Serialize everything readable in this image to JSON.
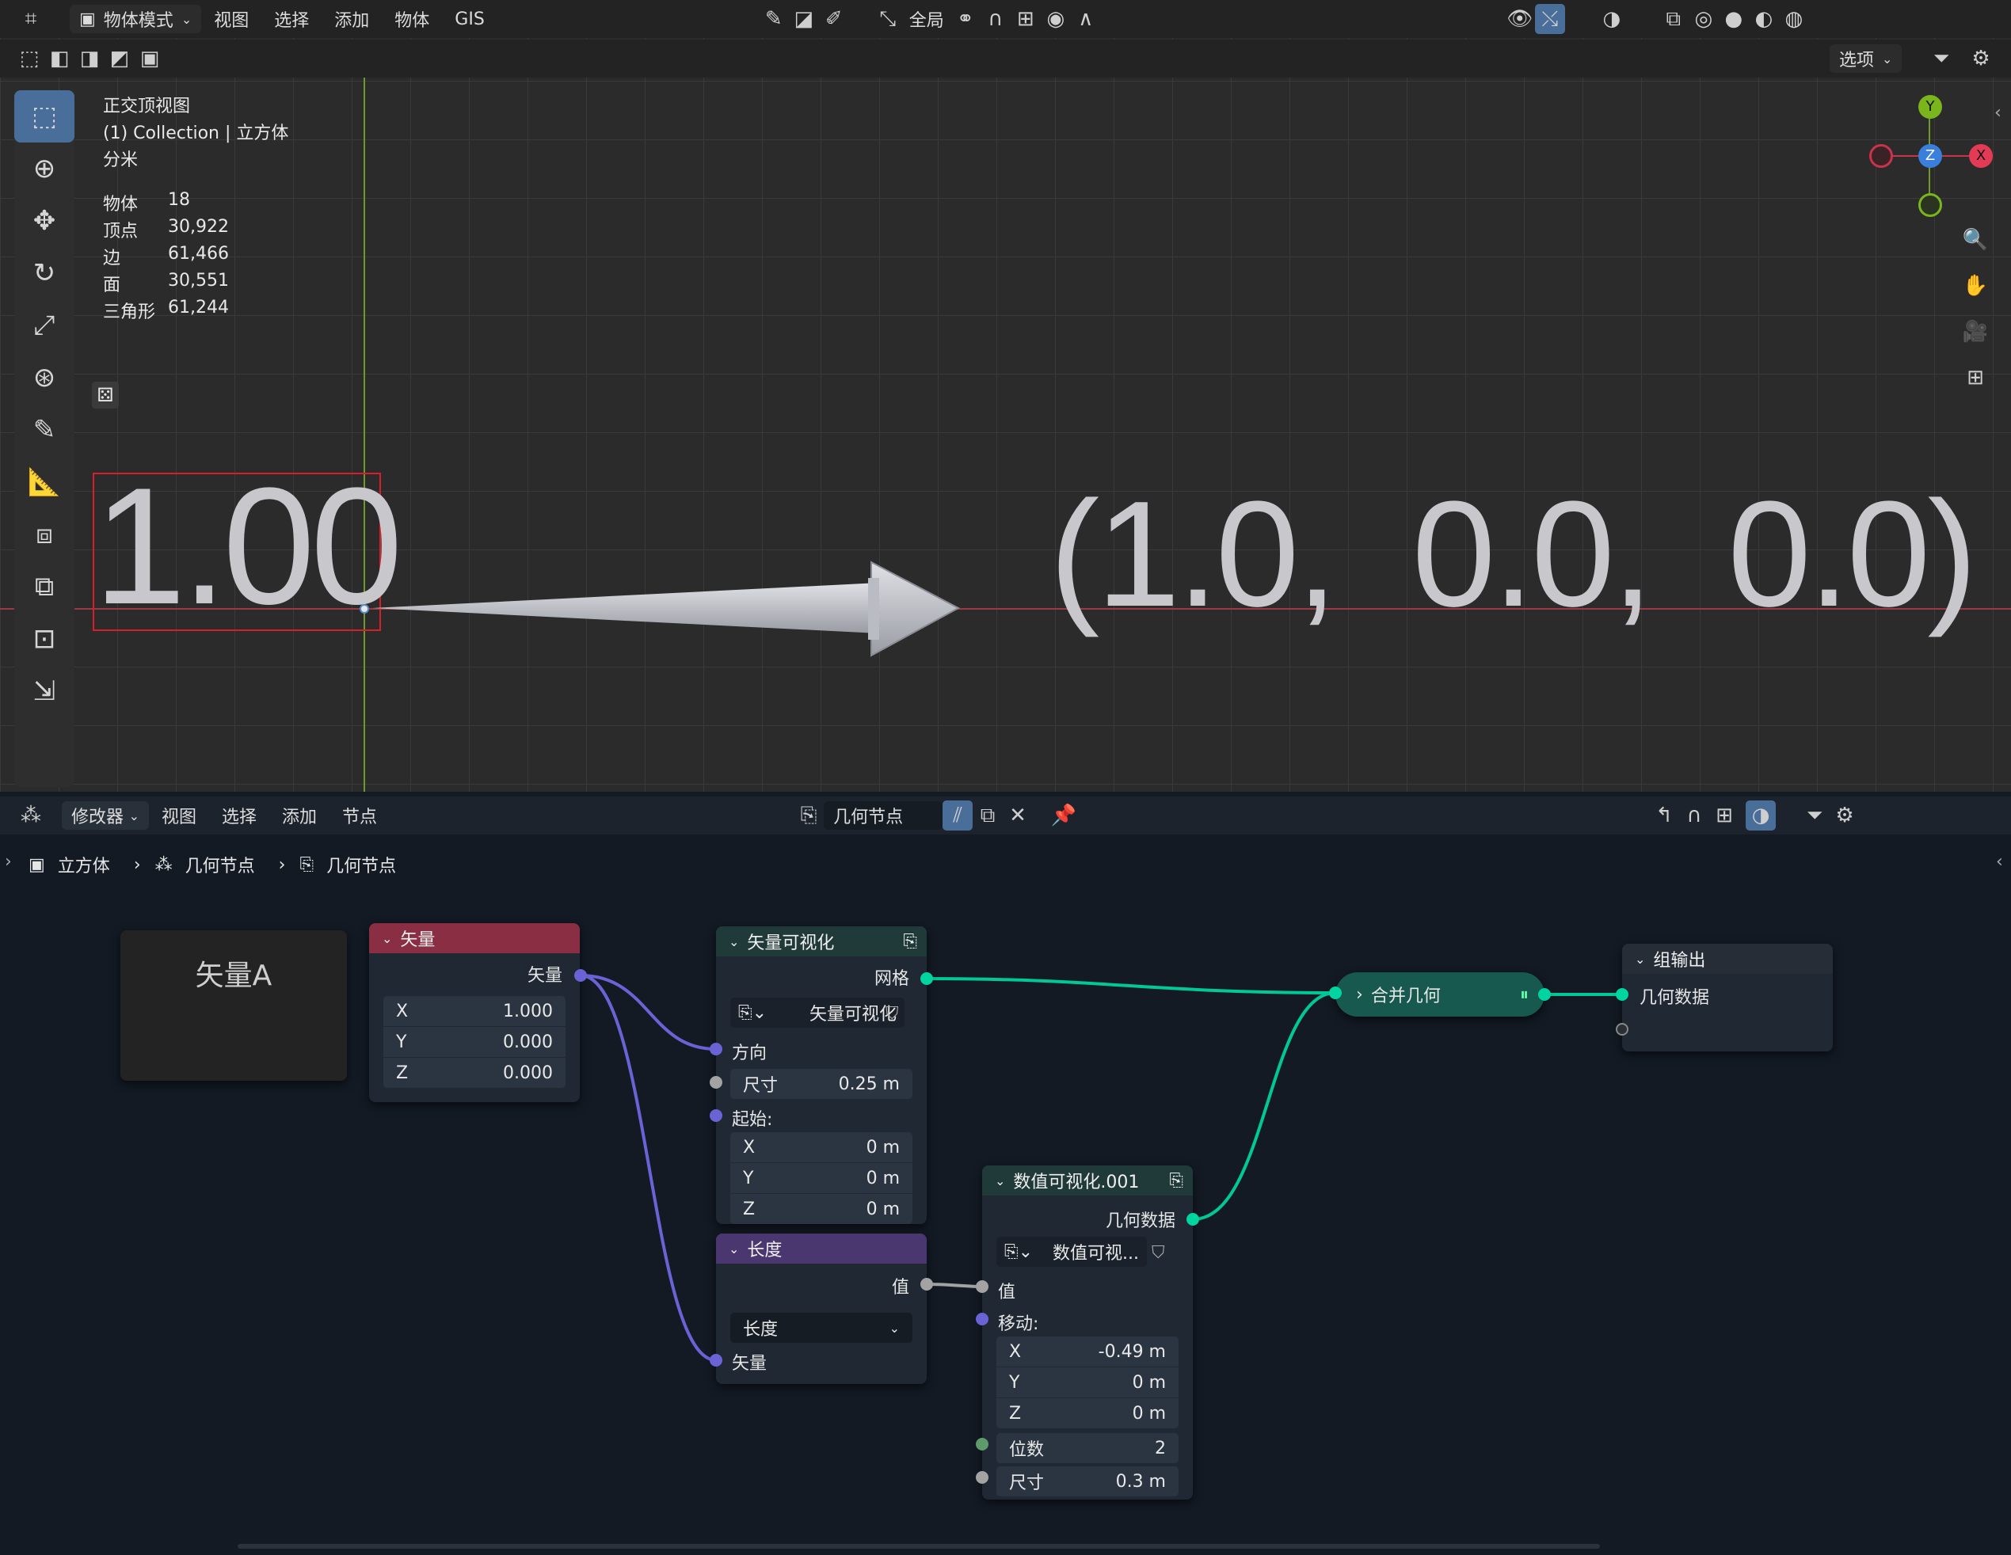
{
  "viewport_header": {
    "mode": "物体模式",
    "menus": [
      "视图",
      "选择",
      "添加",
      "物体",
      "GIS"
    ],
    "transform_orientation": "全局",
    "options": "选项"
  },
  "overlay": {
    "view_name": "正交顶视图",
    "collection": "(1) Collection | 立方体",
    "units": "分米",
    "stats": [
      {
        "label": "物体",
        "value": "18"
      },
      {
        "label": "顶点",
        "value": "30,922"
      },
      {
        "label": "边",
        "value": "61,466"
      },
      {
        "label": "面",
        "value": "30,551"
      },
      {
        "label": "三角形",
        "value": "61,244"
      }
    ]
  },
  "scene_text": {
    "length": "1.00",
    "vector": "(1.0,  0.0,  0.0)"
  },
  "gizmo": {
    "y": "Y",
    "z": "Z",
    "x": "X"
  },
  "node_header": {
    "editor": "修改器",
    "menus": [
      "视图",
      "选择",
      "添加",
      "节点"
    ],
    "tree_name": "几何节点"
  },
  "breadcrumb": [
    "立方体",
    "几何节点",
    "几何节点"
  ],
  "frame": {
    "label": "矢量A"
  },
  "node_vector": {
    "title": "矢量",
    "output": "矢量",
    "x_label": "X",
    "x": "1.000",
    "y_label": "Y",
    "y": "0.000",
    "z_label": "Z",
    "z": "0.000"
  },
  "node_vecviz": {
    "title": "矢量可视化",
    "output": "网格",
    "group": "矢量可视化",
    "direction": "方向",
    "size_label": "尺寸",
    "size": "0.25 m",
    "start": "起始:",
    "x_label": "X",
    "x": "0 m",
    "y_label": "Y",
    "y": "0 m",
    "z_label": "Z",
    "z": "0 m"
  },
  "node_length": {
    "title": "长度",
    "output": "值",
    "mode": "长度",
    "input": "矢量"
  },
  "node_numviz": {
    "title": "数值可视化.001",
    "output": "几何数据",
    "group": "数值可视...",
    "value": "值",
    "move": "移动:",
    "x_label": "X",
    "x": "-0.49 m",
    "y_label": "Y",
    "y": "0 m",
    "z_label": "Z",
    "z": "0 m",
    "digits_label": "位数",
    "digits": "2",
    "size_label": "尺寸",
    "size": "0.3 m"
  },
  "node_join": {
    "title": "合并几何"
  },
  "node_output": {
    "title": "组输出",
    "input": "几何数据"
  },
  "colors": {
    "vector_header": "#8a2f43",
    "length_header": "#4a3770",
    "geo_header": "#1f3a38",
    "geo_socket": "#00d4a0",
    "vector_socket": "#6a63d6",
    "float_socket": "#a3a3a3"
  }
}
